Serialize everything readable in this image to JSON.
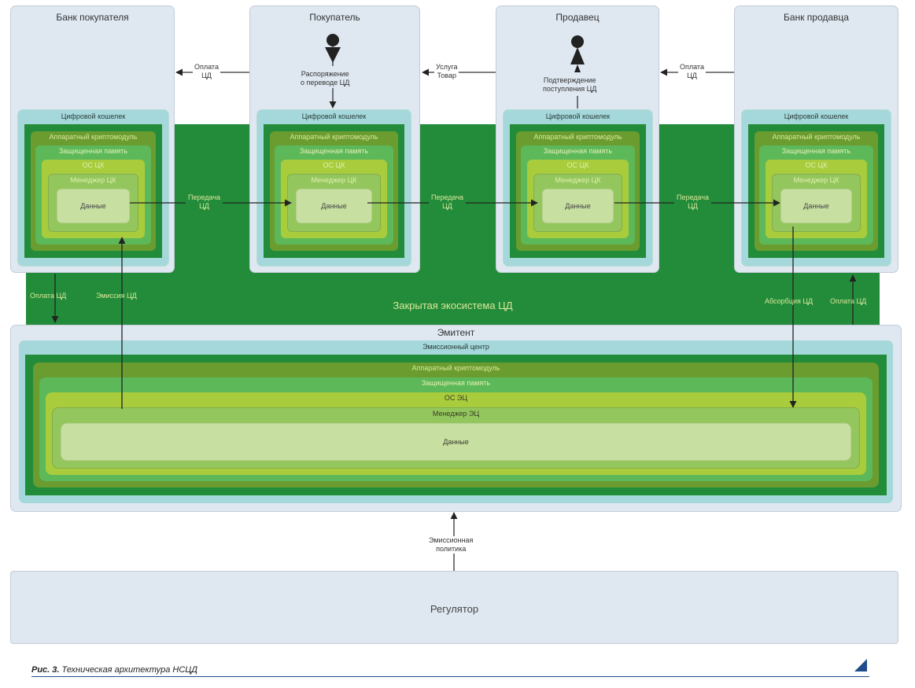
{
  "ecosystem": {
    "label": "Закрытая экосистема ЦД"
  },
  "participants": [
    {
      "title": "Банк покупателя"
    },
    {
      "title": "Покупатель",
      "action_label": "Распоряжение\nо переводе ЦД"
    },
    {
      "title": "Продавец",
      "action_label": "Подтверждение\nпоступления ЦД"
    },
    {
      "title": "Банк продавца"
    }
  ],
  "wallet": {
    "title": "Цифровой кошелек",
    "hsm": "Аппаратный криптомодуль",
    "secure_memory": "Защищенная память",
    "os": "ОС ЦК",
    "manager": "Менеджер ЦК",
    "data": "Данные"
  },
  "flows": {
    "payment_top_left": "Оплата\nЦД",
    "service_goods": "Услуга\nТовар",
    "payment_top_right": "Оплата\nЦД",
    "transfer_1": "Передача\nЦД",
    "transfer_2": "Передача\nЦД",
    "transfer_3": "Передача\nЦД",
    "payment_down": "Оплата ЦД",
    "emission": "Эмиссия ЦД",
    "absorption": "Абсорбция ЦД",
    "payment_up": "Оплата ЦД",
    "emission_policy": "Эмиссионная\nполитика"
  },
  "emitter": {
    "title": "Эмитент",
    "center": "Эмиссионный центр",
    "hsm": "Аппаратный криптомодуль",
    "secure_memory": "Защищенная память",
    "os": "ОС ЭЦ",
    "manager": "Менеджер ЭЦ",
    "data": "Данные"
  },
  "regulator": {
    "title": "Регулятор"
  },
  "caption": {
    "prefix": "Рис. 3.",
    "text": " Техническая архитектура НСЦД"
  },
  "colors": {
    "ecosystem_green": "#238c3a",
    "hsm": "#6a9c2f",
    "secure_memory": "#5db85a",
    "os": "#a8cc3c",
    "manager": "#93c65d",
    "data": "#c8dfa2",
    "wallet": "#a4d8da",
    "panel": "#dfe8f1",
    "caption_accent": "#1f4c8c"
  }
}
